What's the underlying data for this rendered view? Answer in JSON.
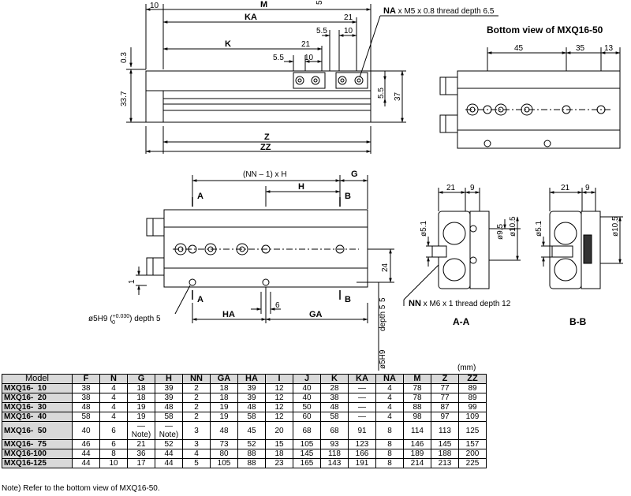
{
  "top_view": {
    "dims": {
      "top_10": "10",
      "m": "M",
      "ka": "KA",
      "d21a": "21",
      "d5_5a": "5.5",
      "d10a": "10",
      "k": "K",
      "d21b": "21",
      "d5_5b": "5.5",
      "d10b": "10",
      "d0_3": "0.3",
      "d33_7": "33.7",
      "d5_5c": "5.5",
      "d37": "37",
      "z": "Z",
      "zz": "ZZ",
      "top_5": "5"
    },
    "na_callout": {
      "na": "NA",
      "text": " x M5 x 0.8 thread depth 6.5"
    }
  },
  "bottom_view_title": "Bottom view of MXQ16-50",
  "bottom_view_dims": {
    "d45": "45",
    "d35": "35",
    "d13": "13"
  },
  "side_view": {
    "dims": {
      "nnh": "(NN – 1) x H",
      "h": "H",
      "g": "G",
      "a_top": "A",
      "b_top": "B",
      "a_bot": "A",
      "b_bot": "B",
      "d24": "24",
      "d1": "1",
      "d6": "6",
      "ha": "HA",
      "ga": "GA",
      "d5": "5",
      "depth5": "depth 5"
    },
    "hole_callout": "ø5H9",
    "tol_upper": "+0.030",
    "tol_lower": "0",
    "hole_depth": "depth 5"
  },
  "section_aa": {
    "title": "A-A",
    "d21": "21",
    "d9": "9",
    "d5_1": "ø5.1",
    "d9_5": "ø9.5",
    "d10_5": "ø10.5",
    "nn_label": "NN",
    "nn_text": " x M6 x 1 thread depth 12"
  },
  "section_bb": {
    "title": "B-B",
    "d21": "21",
    "d9": "9",
    "d5_1": "ø5.1",
    "d10_5": "ø10.5"
  },
  "table": {
    "unit": "(mm)",
    "headers": [
      "Model",
      "F",
      "N",
      "G",
      "H",
      "NN",
      "GA",
      "HA",
      "I",
      "J",
      "K",
      "KA",
      "NA",
      "M",
      "Z",
      "ZZ"
    ],
    "rows": [
      [
        "MXQ16-  10",
        "38",
        "4",
        "18",
        "39",
        "2",
        "18",
        "39",
        "12",
        "40",
        "28",
        "—",
        "4",
        "78",
        "77",
        "89"
      ],
      [
        "MXQ16-  20",
        "38",
        "4",
        "18",
        "39",
        "2",
        "18",
        "39",
        "12",
        "40",
        "38",
        "—",
        "4",
        "78",
        "77",
        "89"
      ],
      [
        "MXQ16-  30",
        "48",
        "4",
        "19",
        "48",
        "2",
        "19",
        "48",
        "12",
        "50",
        "48",
        "—",
        "4",
        "88",
        "87",
        "99"
      ],
      [
        "MXQ16-  40",
        "58",
        "4",
        "19",
        "58",
        "2",
        "19",
        "58",
        "12",
        "60",
        "58",
        "—",
        "4",
        "98",
        "97",
        "109"
      ],
      [
        "MXQ16-  50",
        "40",
        "6",
        "—Note)",
        "—Note)",
        "3",
        "48",
        "45",
        "20",
        "68",
        "68",
        "91",
        "8",
        "114",
        "113",
        "125"
      ],
      [
        "MXQ16-  75",
        "46",
        "6",
        "21",
        "52",
        "3",
        "73",
        "52",
        "15",
        "105",
        "93",
        "123",
        "8",
        "146",
        "145",
        "157"
      ],
      [
        "MXQ16-100",
        "44",
        "8",
        "36",
        "44",
        "4",
        "80",
        "88",
        "18",
        "145",
        "118",
        "166",
        "8",
        "189",
        "188",
        "200"
      ],
      [
        "MXQ16-125",
        "44",
        "10",
        "17",
        "44",
        "5",
        "105",
        "88",
        "23",
        "165",
        "143",
        "191",
        "8",
        "214",
        "213",
        "225"
      ]
    ]
  },
  "footnote": "Note) Refer to the bottom view of MXQ16-50."
}
